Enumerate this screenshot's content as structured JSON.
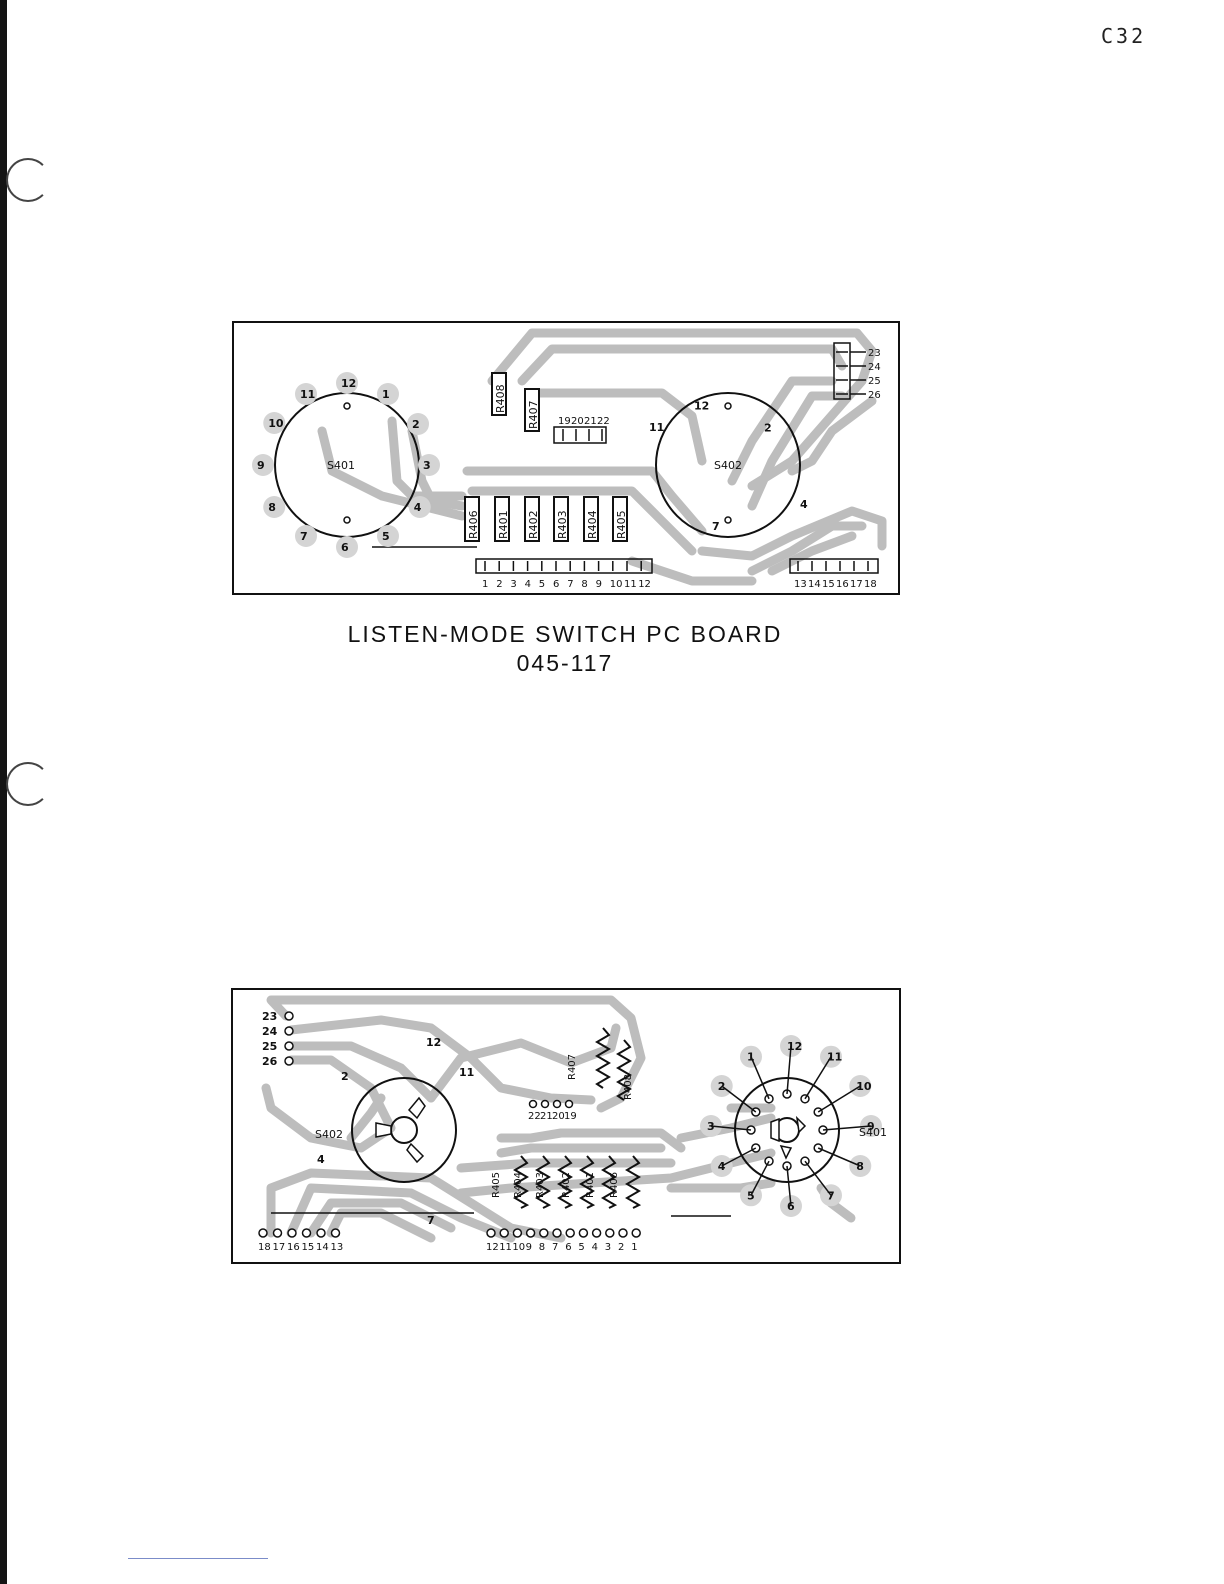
{
  "page": {
    "id": "C32"
  },
  "caption": {
    "line1": "LISTEN-MODE SWITCH PC BOARD",
    "line2": "045-117"
  },
  "colors": {
    "ink": "#111111",
    "trace": "#bdbdbd",
    "paper": "#ffffff"
  },
  "top_board": {
    "switches": [
      {
        "label": "S401",
        "pins": [
          "1",
          "2",
          "3",
          "4",
          "5",
          "6",
          "7",
          "8",
          "9",
          "10",
          "11",
          "12"
        ]
      },
      {
        "label": "S402",
        "pins": [
          "12",
          "11",
          "2",
          "4",
          "7"
        ]
      }
    ],
    "resistors": [
      "R408",
      "R407",
      "R406",
      "R401",
      "R402",
      "R403",
      "R404",
      "R405"
    ],
    "top_terminals": [
      "19",
      "20",
      "21",
      "22"
    ],
    "right_terminals": [
      "23",
      "24",
      "25",
      "26"
    ],
    "bottom_terminals_left": [
      "1",
      "2",
      "3",
      "4",
      "5",
      "6",
      "7",
      "8",
      "9",
      "10",
      "11",
      "12"
    ],
    "bottom_terminals_right": [
      "13",
      "14",
      "15",
      "16",
      "17",
      "18"
    ]
  },
  "bottom_board": {
    "switches": [
      {
        "label": "S402",
        "pins": [
          "12",
          "11",
          "2",
          "4",
          "7"
        ]
      },
      {
        "label": "S401",
        "pins": [
          "1",
          "12",
          "11",
          "10",
          "9",
          "8",
          "7",
          "6",
          "5",
          "4",
          "3",
          "2"
        ]
      }
    ],
    "resistors": [
      "R407",
      "R408",
      "R405",
      "R404",
      "R403",
      "R402",
      "R401",
      "R406"
    ],
    "left_terminals": [
      "23",
      "24",
      "25",
      "26"
    ],
    "top_terminals": [
      "22",
      "21",
      "20",
      "19"
    ],
    "bottom_terminals_left": [
      "18",
      "17",
      "16",
      "15",
      "14",
      "13"
    ],
    "bottom_terminals_right": [
      "12",
      "11",
      "10",
      "9",
      "8",
      "7",
      "6",
      "5",
      "4",
      "3",
      "2",
      "1"
    ]
  }
}
